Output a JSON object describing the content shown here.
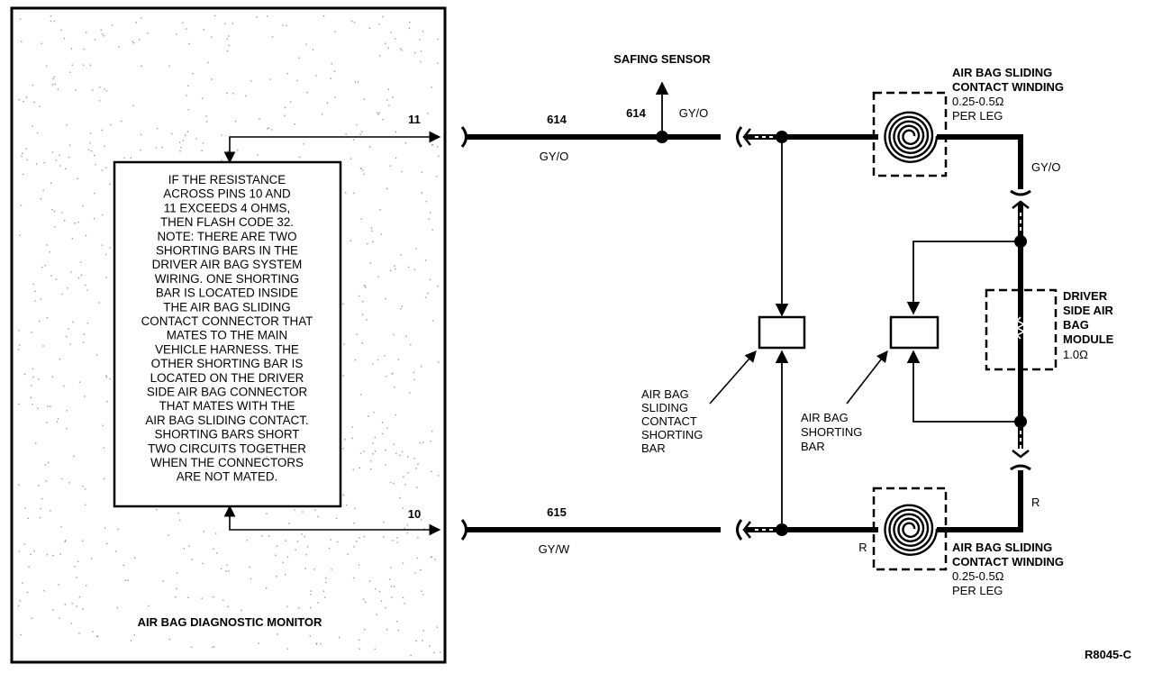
{
  "monitor": {
    "title": "AIR BAG DIAGNOSTIC MONITOR",
    "pin_11": "11",
    "pin_10": "10",
    "note_lines": [
      "IF THE RESISTANCE",
      "ACROSS PINS 10 AND",
      "11 EXCEEDS 4 OHMS,",
      "THEN FLASH CODE 32.",
      "NOTE: THERE ARE TWO",
      "SHORTING BARS IN THE",
      "DRIVER AIR BAG SYSTEM",
      "WIRING. ONE SHORTING",
      "BAR IS LOCATED INSIDE",
      "THE AIR BAG SLIDING",
      "CONTACT CONNECTOR THAT",
      "MATES TO THE MAIN",
      "VEHICLE HARNESS. THE",
      "OTHER SHORTING BAR IS",
      "LOCATED ON THE DRIVER",
      "SIDE AIR BAG CONNECTOR",
      "THAT MATES WITH THE",
      "AIR BAG SLIDING CONTACT.",
      "SHORTING BARS SHORT",
      "TWO CIRCUITS TOGETHER",
      "WHEN THE CONNECTORS",
      "ARE NOT MATED."
    ]
  },
  "wires": {
    "top_circuit": "614",
    "top_circuit_2": "614",
    "top_color": "GY/O",
    "top_color_2": "GY/O",
    "bottom_circuit": "615",
    "bottom_color": "GY/W",
    "right_top_color": "GY/O",
    "right_bottom_color": "R",
    "bottom_r_label": "R"
  },
  "safing_sensor": "SAFING SENSOR",
  "sliding_contact_top": {
    "line1": "AIR BAG SLIDING",
    "line2": "CONTACT WINDING",
    "line3": "0.25-0.5Ω",
    "line4": "PER LEG"
  },
  "sliding_contact_bottom": {
    "line1": "AIR BAG SLIDING",
    "line2": "CONTACT WINDING",
    "line3": "0.25-0.5Ω",
    "line4": "PER LEG"
  },
  "module": {
    "line1": "DRIVER",
    "line2": "SIDE AIR",
    "line3": "BAG",
    "line4": "MODULE",
    "line5": "1.0Ω"
  },
  "shorting_bar_contact": [
    "AIR BAG",
    "SLIDING",
    "CONTACT",
    "SHORTING",
    "BAR"
  ],
  "shorting_bar": [
    "AIR BAG",
    "SHORTING",
    "BAR"
  ],
  "figure_id": "R8045-C"
}
